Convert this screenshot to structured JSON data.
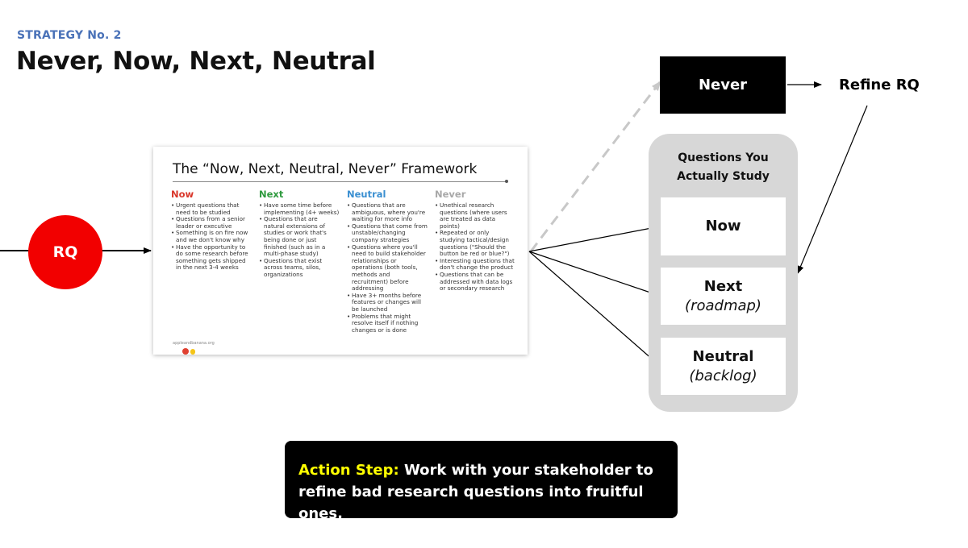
{
  "header": {
    "kicker": "STRATEGY No. 2",
    "title": "Never, Now, Next, Neutral"
  },
  "rq_node": {
    "label": "RQ",
    "color": "#f20000"
  },
  "framework_slide": {
    "title": "The “Now, Next, Neutral, Never” Framework",
    "footer": "appleandbanana.org",
    "columns": [
      {
        "heading": "Now",
        "color": "#d9372b",
        "items": [
          "Urgent questions that need to be studied",
          "Questions from a senior leader or executive",
          "Something is on fire now and we don't know why",
          "Have the opportunity to do some research before something gets shipped in the next 3-4 weeks"
        ]
      },
      {
        "heading": "Next",
        "color": "#2e9a3e",
        "items": [
          "Have some time before implementing (4+ weeks)",
          "Questions that are natural extensions of studies or work that's being done or just finished (such as in a multi-phase study)",
          "Questions that exist across teams, silos, organizations"
        ]
      },
      {
        "heading": "Neutral",
        "color": "#3a8fd1",
        "items": [
          "Questions that are ambiguous, where you're waiting for more info",
          "Questions that come from unstable/changing company strategies",
          "Questions where you'll need to build stakeholder relationships or operations (both tools, methods and recruitment) before addressing",
          "Have 3+ months before features or changes will be launched",
          "Problems that might resolve itself if nothing changes or is done"
        ]
      },
      {
        "heading": "Never",
        "color": "#a8a8a8",
        "items": [
          "Unethical research questions (where users are treated as data points)",
          "Repeated or only studying tactical/design questions (\"Should the button be red or blue?\")",
          "Interesting questions that don't change the product",
          "Questions that can be addressed with data logs or secondary research"
        ]
      }
    ]
  },
  "never_node": {
    "label": "Never"
  },
  "refine_node": {
    "label": "Refine RQ"
  },
  "study_panel": {
    "title_line1": "Questions You",
    "title_line2": "Actually Study",
    "boxes": [
      {
        "label": "Now",
        "sub": ""
      },
      {
        "label": "Next",
        "sub": "(roadmap)"
      },
      {
        "label": "Neutral",
        "sub": "(backlog)"
      }
    ]
  },
  "action": {
    "label": "Action Step:",
    "text": " Work with your stakeholder to refine bad research questions into fruitful ones."
  },
  "colors": {
    "accent_blue": "#4a72b8",
    "panel_gray": "#d7d7d7",
    "dashed_arrow": "#c8c8c8",
    "action_highlight": "#ffff00"
  }
}
